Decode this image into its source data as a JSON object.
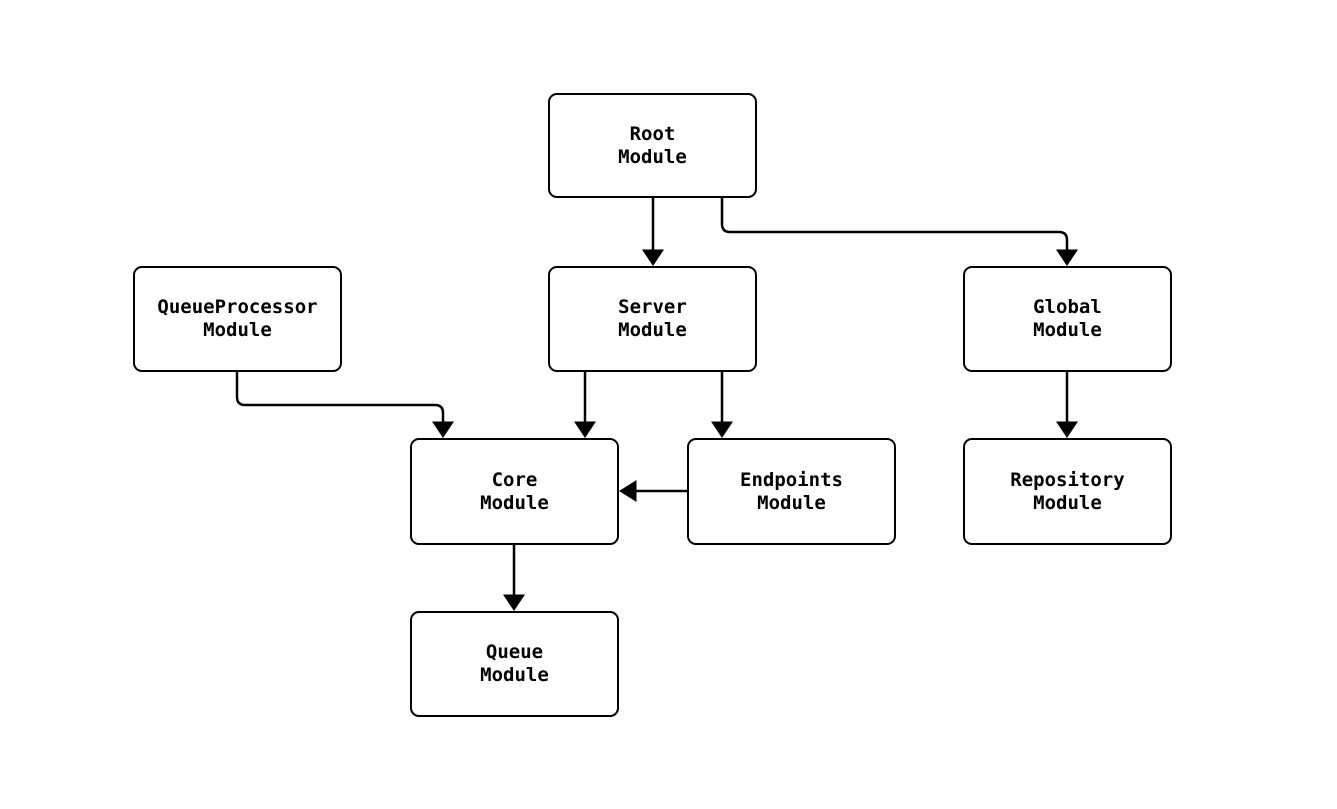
{
  "diagram": {
    "type": "module-dependency-graph",
    "colors": {
      "background": "#ffffff",
      "node_fill": "#ffffff",
      "node_border": "#000000",
      "edge_stroke": "#000000",
      "text": "#000000"
    },
    "nodes": {
      "root": {
        "line1": "Root",
        "line2": "Module"
      },
      "queueprocessor": {
        "line1": "QueueProcessor",
        "line2": "Module"
      },
      "server": {
        "line1": "Server",
        "line2": "Module"
      },
      "global": {
        "line1": "Global",
        "line2": "Module"
      },
      "core": {
        "line1": "Core",
        "line2": "Module"
      },
      "endpoints": {
        "line1": "Endpoints",
        "line2": "Module"
      },
      "repository": {
        "line1": "Repository",
        "line2": "Module"
      },
      "queue": {
        "line1": "Queue",
        "line2": "Module"
      }
    },
    "edges": [
      {
        "from": "Root Module",
        "to": "Server Module"
      },
      {
        "from": "Root Module",
        "to": "Global Module"
      },
      {
        "from": "QueueProcessor Module",
        "to": "Core Module"
      },
      {
        "from": "Server Module",
        "to": "Core Module"
      },
      {
        "from": "Server Module",
        "to": "Endpoints Module"
      },
      {
        "from": "Endpoints Module",
        "to": "Core Module"
      },
      {
        "from": "Global Module",
        "to": "Repository Module"
      },
      {
        "from": "Core Module",
        "to": "Queue Module"
      }
    ]
  }
}
